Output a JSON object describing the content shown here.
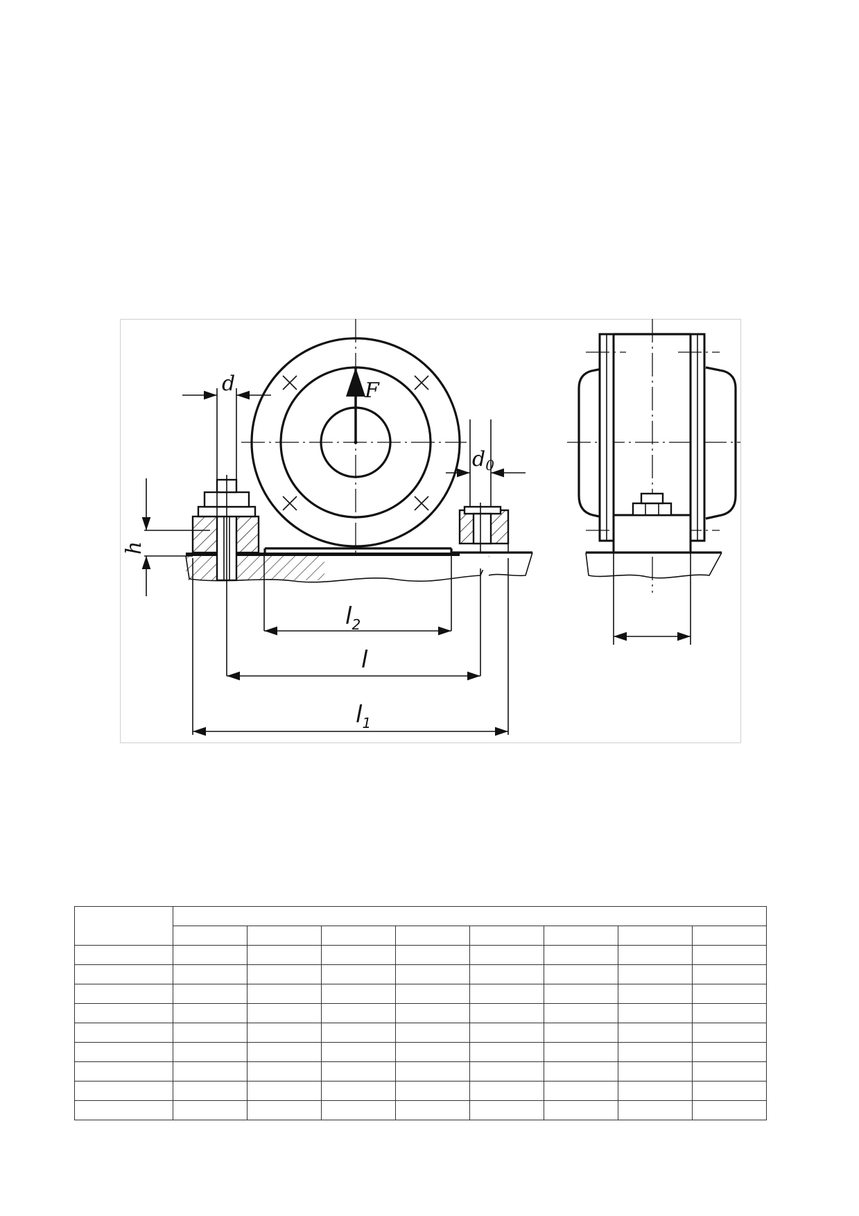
{
  "drawing": {
    "labels": {
      "force": "F",
      "bolt_diameter": "d",
      "hole_diameter_base": "d",
      "hole_diameter_sub": "0",
      "height": "h",
      "base_length_2_base": "l",
      "base_length_2_sub": "2",
      "bolt_spacing": "l",
      "overall_length_base": "l",
      "overall_length_sub": "1"
    }
  },
  "table": {
    "header_row_1": [
      "",
      ""
    ],
    "header_row_2": [
      "",
      "",
      "",
      "",
      "",
      "",
      "",
      ""
    ],
    "rows": [
      [
        "",
        "",
        "",
        "",
        "",
        "",
        "",
        "",
        ""
      ],
      [
        "",
        "",
        "",
        "",
        "",
        "",
        "",
        "",
        ""
      ],
      [
        "",
        "",
        "",
        "",
        "",
        "",
        "",
        "",
        ""
      ],
      [
        "",
        "",
        "",
        "",
        "",
        "",
        "",
        "",
        ""
      ],
      [
        "",
        "",
        "",
        "",
        "",
        "",
        "",
        "",
        ""
      ],
      [
        "",
        "",
        "",
        "",
        "",
        "",
        "",
        "",
        ""
      ],
      [
        "",
        "",
        "",
        "",
        "",
        "",
        "",
        "",
        ""
      ],
      [
        "",
        "",
        "",
        "",
        "",
        "",
        "",
        "",
        ""
      ],
      [
        "",
        "",
        "",
        "",
        "",
        "",
        "",
        "",
        ""
      ]
    ]
  }
}
